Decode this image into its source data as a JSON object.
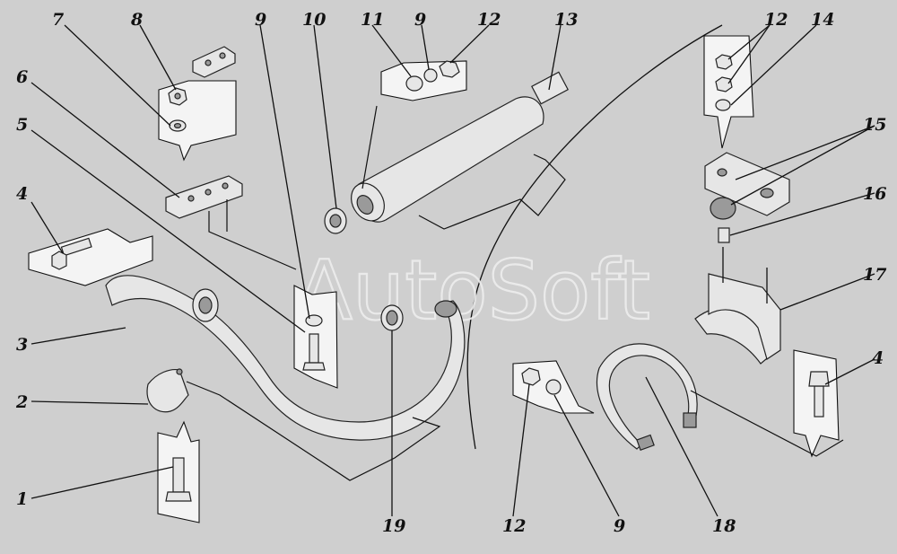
{
  "diagram": {
    "watermark": "AutoSoft",
    "callout_numbers": {
      "n1": "1",
      "n2": "2",
      "n3": "3",
      "n4a": "4",
      "n4b": "4",
      "n5": "5",
      "n6": "6",
      "n7": "7",
      "n8": "8",
      "n9a": "9",
      "n9b": "9",
      "n9c": "9",
      "n10": "10",
      "n11": "11",
      "n12a": "12",
      "n12b": "12",
      "n12c": "12",
      "n13": "13",
      "n14": "14",
      "n15": "15",
      "n16": "16",
      "n17": "17",
      "n18": "18",
      "n19": "19"
    }
  }
}
